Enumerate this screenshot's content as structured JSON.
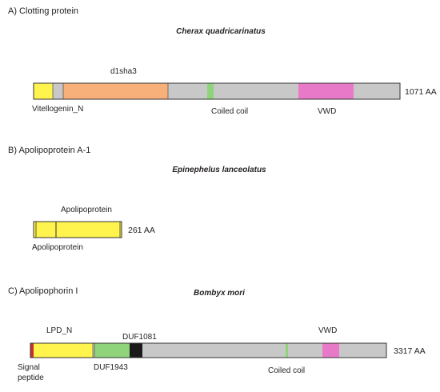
{
  "colors": {
    "backbone": "#c8c8c8",
    "outline": "#333333",
    "yellow": "#fff34d",
    "orange": "#f7b07a",
    "green": "#8fd47a",
    "pink": "#e879c8",
    "red": "#c9302c",
    "black": "#1a1a1a"
  },
  "panels": [
    {
      "title": "A) Clotting protein",
      "species": "Cherax quadricarinatus",
      "length": "1071 AA",
      "domains": [
        {
          "label": "Vitellogenin_N",
          "color": "yellow",
          "label_pos": "below"
        },
        {
          "label": "d1sha3",
          "color": "orange",
          "label_pos": "above"
        },
        {
          "label": "Coiled coil",
          "color": "green",
          "label_pos": "below"
        },
        {
          "label": "VWD",
          "color": "pink",
          "label_pos": "below"
        }
      ]
    },
    {
      "title": "B) Apolipoprotein A-1",
      "species": "Epinephelus lanceolatus",
      "length": "261 AA",
      "domains": [
        {
          "label": "Apolipoprotein",
          "color": "yellow",
          "label_pos": "below"
        },
        {
          "label": "Apolipoprotein",
          "color": "yellow",
          "label_pos": "above"
        }
      ]
    },
    {
      "title": "C) Apolipophorin I",
      "species": "Bombyx mori",
      "length": "3317 AA",
      "domains": [
        {
          "label": "Signal\npeptide",
          "color": "red",
          "label_pos": "below"
        },
        {
          "label": "LPD_N",
          "color": "yellow",
          "label_pos": "above"
        },
        {
          "label": "DUF1943",
          "color": "green",
          "label_pos": "below"
        },
        {
          "label": "DUF1081",
          "color": "black",
          "label_pos": "above"
        },
        {
          "label": "Coiled coil",
          "color": "green",
          "label_pos": "below"
        },
        {
          "label": "VWD",
          "color": "pink",
          "label_pos": "above"
        }
      ]
    }
  ]
}
